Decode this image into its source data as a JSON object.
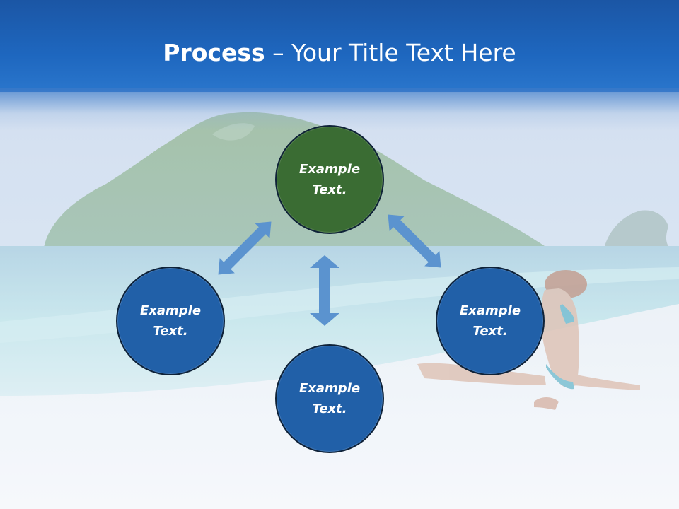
{
  "title": {
    "bold": "Process",
    "dash": " – ",
    "regular": "Your Title Text Here"
  },
  "nodes": {
    "top": "Example Text.",
    "left": "Example Text.",
    "right": "Example Text.",
    "bottom": "Example Text."
  },
  "colors": {
    "title_bar": "#1e67bf",
    "node_blue": "#2160a8",
    "node_green": "#3a6c33",
    "arrow": "#5b93cf"
  }
}
